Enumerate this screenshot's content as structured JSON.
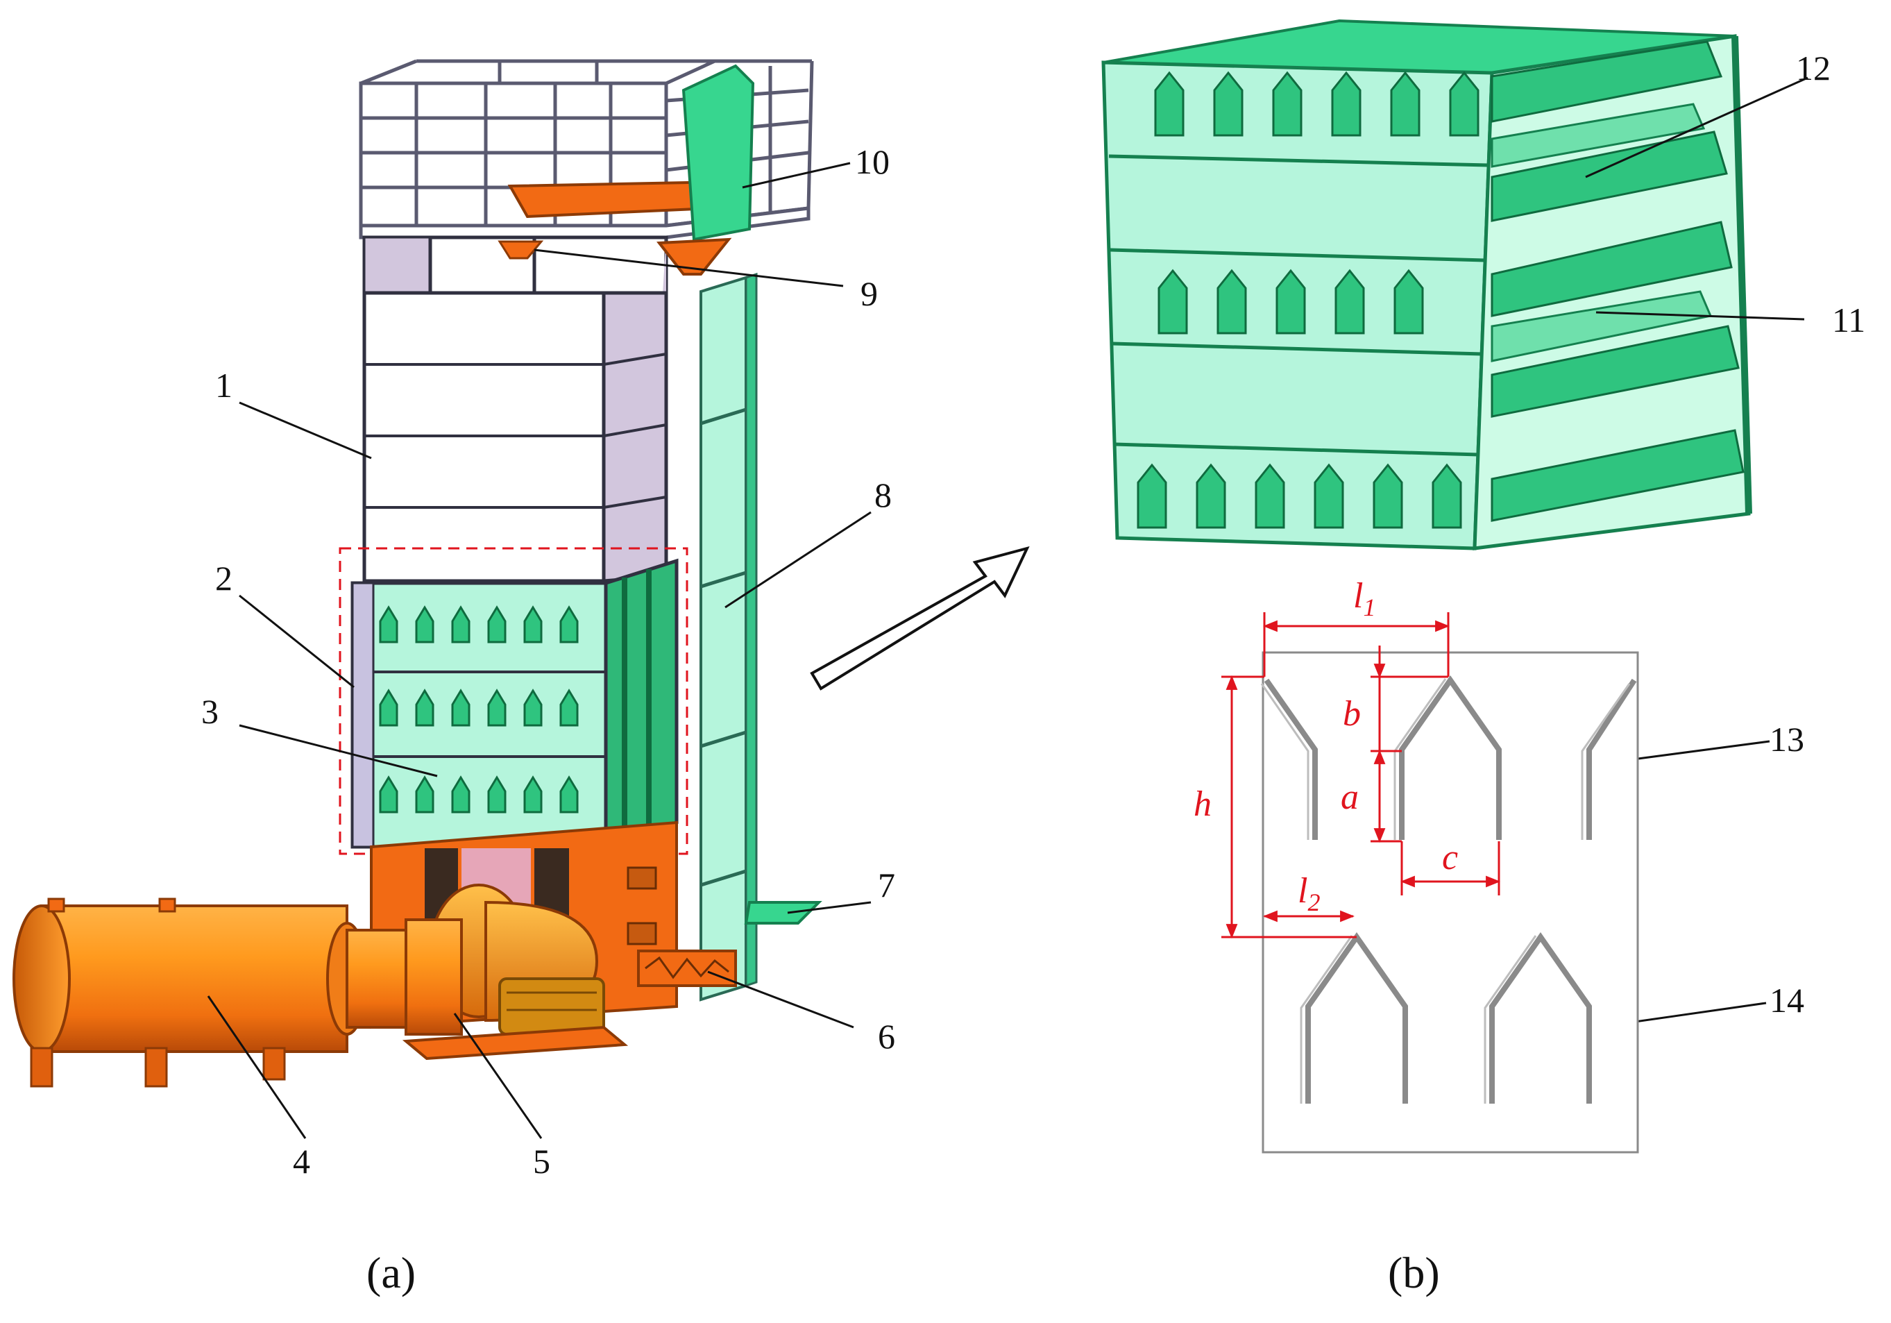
{
  "figure": {
    "panels": [
      {
        "id": "a",
        "caption": "(a)"
      },
      {
        "id": "b",
        "caption": "(b)"
      }
    ],
    "callouts": [
      "1",
      "2",
      "3",
      "4",
      "5",
      "6",
      "7",
      "8",
      "9",
      "10",
      "11",
      "12",
      "13",
      "14"
    ],
    "dimensions": {
      "l1": "l",
      "l1_sub": "1",
      "l2": "l",
      "l2_sub": "2",
      "a": "a",
      "b": "b",
      "c": "c",
      "h": "h"
    }
  },
  "colors": {
    "mint": "#b5f5dc",
    "green": "#37d68f",
    "dark_green": "#15804f",
    "orange": "#f26a14",
    "lavender": "#d2c6dd",
    "dimension_red": "#e0141e",
    "frame_gray": "#8a8a8a"
  }
}
